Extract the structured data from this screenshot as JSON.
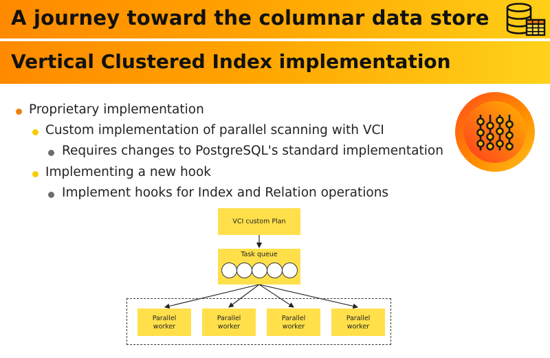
{
  "header": {
    "title": "A journey toward the columnar data store",
    "subtitle": "Vertical Clustered Index implementation"
  },
  "icons": {
    "header_icon": "database-table-icon",
    "badge_icon": "sliders-icon"
  },
  "colors": {
    "band_start": "#ff8a00",
    "band_end": "#ffd21a",
    "bullet_level1": "#f07f0d",
    "bullet_level2": "#f8cc00",
    "bullet_level3": "#6d6d6d",
    "diagram_box": "#ffe04a"
  },
  "bullets": {
    "b1": "Proprietary implementation",
    "b1_1": "Custom implementation of parallel scanning with VCI",
    "b1_1_1": "Requires changes to PostgreSQL's standard implementation",
    "b1_2": "Implementing a new hook",
    "b1_2_1": "Implement hooks for Index and Relation operations"
  },
  "diagram": {
    "plan_label": "VCI custom Plan",
    "queue_label": "Task queue",
    "workers": [
      "Parallel worker",
      "Parallel worker",
      "Parallel worker",
      "Parallel worker"
    ]
  }
}
